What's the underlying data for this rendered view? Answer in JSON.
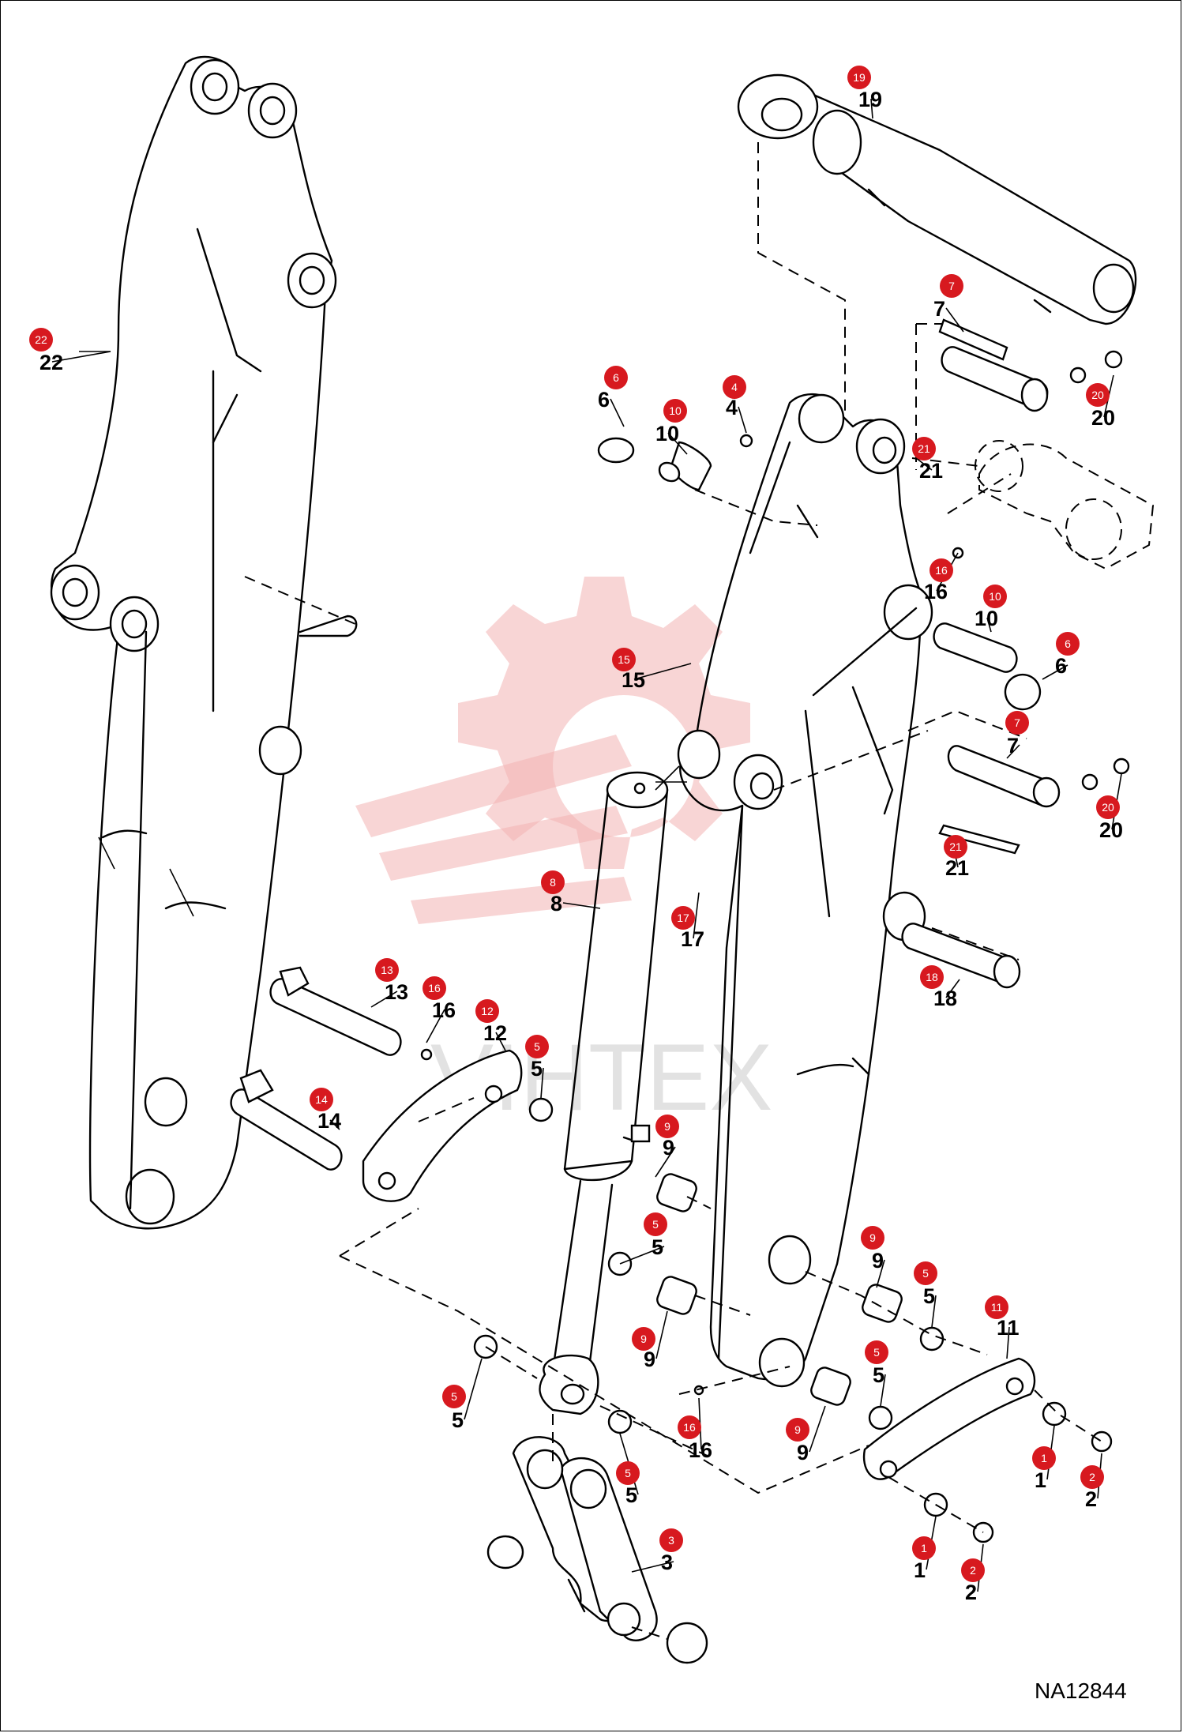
{
  "diagram_code": "NA12844",
  "watermark_text": "VIHTEX",
  "accent_color": "#d7191f",
  "callouts": [
    {
      "badge": "22",
      "label": "22"
    },
    {
      "badge": "19",
      "label": "19"
    },
    {
      "badge": "7",
      "label": "7"
    },
    {
      "badge": "20",
      "label": "20"
    },
    {
      "badge": "21",
      "label": "21"
    },
    {
      "badge": "6",
      "label": "6"
    },
    {
      "badge": "10",
      "label": "10"
    },
    {
      "badge": "4",
      "label": "4"
    },
    {
      "badge": "16",
      "label": "16"
    },
    {
      "badge": "10",
      "label": "10"
    },
    {
      "badge": "6",
      "label": "6"
    },
    {
      "badge": "15",
      "label": "15"
    },
    {
      "badge": "7",
      "label": "7"
    },
    {
      "badge": "20",
      "label": "20"
    },
    {
      "badge": "21",
      "label": "21"
    },
    {
      "badge": "8",
      "label": "8"
    },
    {
      "badge": "17",
      "label": "17"
    },
    {
      "badge": "18",
      "label": "18"
    },
    {
      "badge": "13",
      "label": "13"
    },
    {
      "badge": "16",
      "label": "16"
    },
    {
      "badge": "12",
      "label": "12"
    },
    {
      "badge": "5",
      "label": "5"
    },
    {
      "badge": "14",
      "label": "14"
    },
    {
      "badge": "9",
      "label": "9"
    },
    {
      "badge": "5",
      "label": "5"
    },
    {
      "badge": "9",
      "label": "9"
    },
    {
      "badge": "5",
      "label": "5"
    },
    {
      "badge": "9",
      "label": "9"
    },
    {
      "badge": "11",
      "label": "11"
    },
    {
      "badge": "5",
      "label": "5"
    },
    {
      "badge": "5",
      "label": "5"
    },
    {
      "badge": "16",
      "label": "16"
    },
    {
      "badge": "9",
      "label": "9"
    },
    {
      "badge": "5",
      "label": "5"
    },
    {
      "badge": "1",
      "label": "1"
    },
    {
      "badge": "2",
      "label": "2"
    },
    {
      "badge": "3",
      "label": "3"
    },
    {
      "badge": "1",
      "label": "1"
    },
    {
      "badge": "2",
      "label": "2"
    }
  ]
}
